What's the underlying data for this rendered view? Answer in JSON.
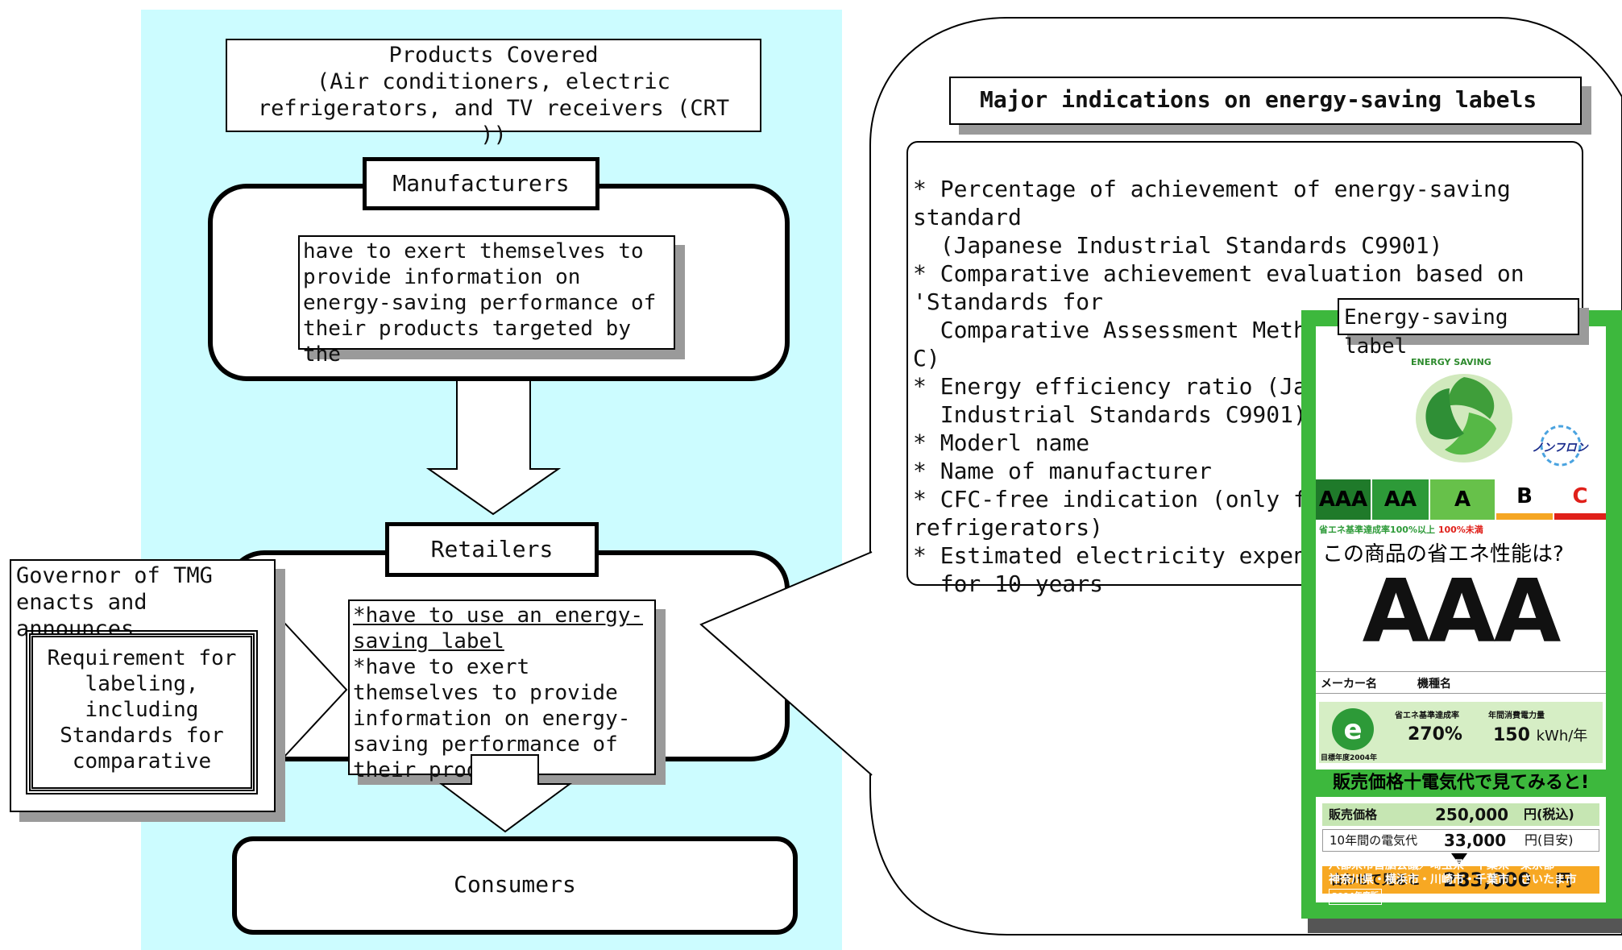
{
  "flow": {
    "products_covered": "Products Covered\n(Air conditioners, electric refrigerators,  and TV receivers (CRT ))",
    "manufacturers": "Manufacturers",
    "manufacturers_note": "have to exert themselves to provide information on energy-saving performance of their products targeted by the",
    "retailers": "Retailers",
    "retailers_note_1": "*have to use an energy-saving label",
    "retailers_note_2": "*have to exert themselves to provide information on energy-saving performance of their products.",
    "consumers": "Consumers",
    "governor": "Governor of TMG enacts and announces",
    "requirement": "Requirement for labeling, including Standards for comparative"
  },
  "indications": {
    "title": "Major indications on energy-saving labels",
    "lines": [
      "* Percentage of achievement of energy-saving",
      "standard",
      "  (Japanese Industrial Standards C9901)",
      "* Comparative achievement evaluation based on",
      "'Standards for",
      "  Comparative Assessment Metho",
      "C)",
      "* Energy efficiency ratio (Jap",
      "  Industrial Standards C9901)",
      "* Moderl name",
      "* Name of manufacturer",
      "* CFC-free indication (only fo",
      "refrigerators)",
      "* Estimated electricity expens",
      "  for 10 years"
    ]
  },
  "label": {
    "caption": "Energy-saving label",
    "brand": "ENERGY SAVING",
    "nonfluorocarbon": "ノンフロン",
    "grades": [
      "AAA",
      "AA",
      "A",
      "B",
      "C"
    ],
    "achievement_legend": "省エネ基準達成率100%以上",
    "below_legend": "100%未満",
    "question": "この商品の省エネ性能は?",
    "rating": "AAA",
    "maker_label": "メーカー名",
    "model_label": "機種名",
    "rate_label": "省エネ基準達成率",
    "rate_value": "270%",
    "power_label": "年間消費電力量",
    "power_value": "150",
    "power_unit": "kWh/年",
    "target_year": "目標年度2004年",
    "headline": "販売価格十電気代で見てみると!",
    "price_label": "販売価格",
    "price_value": "250,000",
    "price_unit": "円(税込)",
    "elec_label": "10年間の電気代",
    "elec_value": "33,000",
    "elec_unit": "円(目安)",
    "total_label": "合わせて見ると",
    "total_value": "283,000",
    "total_unit": "円",
    "footer_1": "八都県市首脳会議／埼玉県・千葉県・東京都・",
    "footer_2": "神奈川県・横浜市・川崎市・千葉市・さいたま市",
    "edition": "2004年度版"
  },
  "colors": {
    "panel_bg": "#ccfcff",
    "label_green": "#3db83d",
    "grade_dark": "#1f7a2a",
    "grade_b": "#f5a623",
    "grade_c": "#e0201a",
    "total_orange": "#f7a823"
  }
}
